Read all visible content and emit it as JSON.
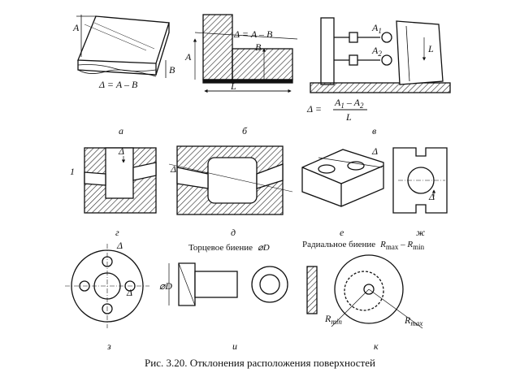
{
  "caption": "Рис. 3.20. Отклонения расположения поверхностей",
  "panels": {
    "a": {
      "letter": "а",
      "dim_top": "A",
      "dim_side": "B",
      "formula": "Δ = A – B"
    },
    "b": {
      "letter": "б",
      "formula": "Δ = A – B",
      "dim_a": "A",
      "dim_b": "B",
      "dim_l": "L"
    },
    "v": {
      "letter": "в",
      "ind1": "A",
      "ind1_sub": "1",
      "ind2": "A",
      "ind2_sub": "2",
      "dim_l": "L",
      "formula_left": "Δ =",
      "num": "A",
      "num_sub1": "1",
      "num_minus": " – A",
      "num_sub2": "2",
      "den": "L"
    },
    "g": {
      "letter": "г",
      "marker": "1",
      "delta": "Δ"
    },
    "d": {
      "letter": "д",
      "delta": "Δ"
    },
    "e": {
      "letter": "е",
      "delta": "Δ"
    },
    "zh": {
      "letter": "ж",
      "delta": "Δ"
    },
    "z": {
      "letter": "з",
      "delta_top": "Δ",
      "delta_side": "Δ"
    },
    "i": {
      "letter": "и",
      "title_text": "Торцевое биение",
      "title_sym": "⌀D",
      "dim": "⌀D"
    },
    "k": {
      "letter": "к",
      "title_text": "Радиальное биение",
      "title_r1": "R",
      "title_sub1": "max",
      "title_minus": " – R",
      "title_sub2": "min",
      "rmin": "R",
      "rmin_sub": "min",
      "rmax": "R",
      "rmax_sub": "max"
    }
  }
}
